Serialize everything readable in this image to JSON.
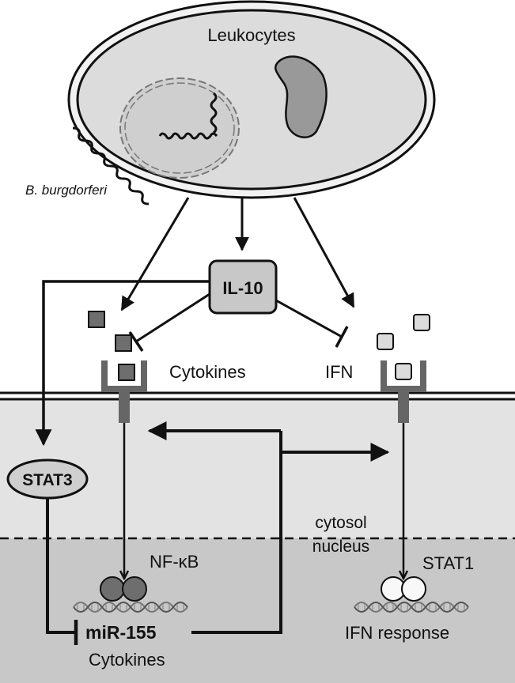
{
  "labels": {
    "leukocytes": "Leukocytes",
    "bacterium": "B. burgdorferi",
    "il10": "IL-10",
    "cytokines_top": "Cytokines",
    "ifn": "IFN",
    "stat3": "STAT3",
    "cytosol": "cytosol",
    "nucleus": "nucleus",
    "nfkb": "NF-κB",
    "stat1": "STAT1",
    "mir155": "miR-155",
    "cytokines_bottom": "Cytokines",
    "ifn_response": "IFN response"
  },
  "colors": {
    "cytosol": "#e3e3e3",
    "nucleus": "#c8c8c8",
    "cell_fill": "#dcdcdc",
    "dark_square": "#6e6e6e",
    "light_square": "#dcdcdc",
    "receptor": "#666666",
    "il10_box": "#c8c8c8"
  }
}
